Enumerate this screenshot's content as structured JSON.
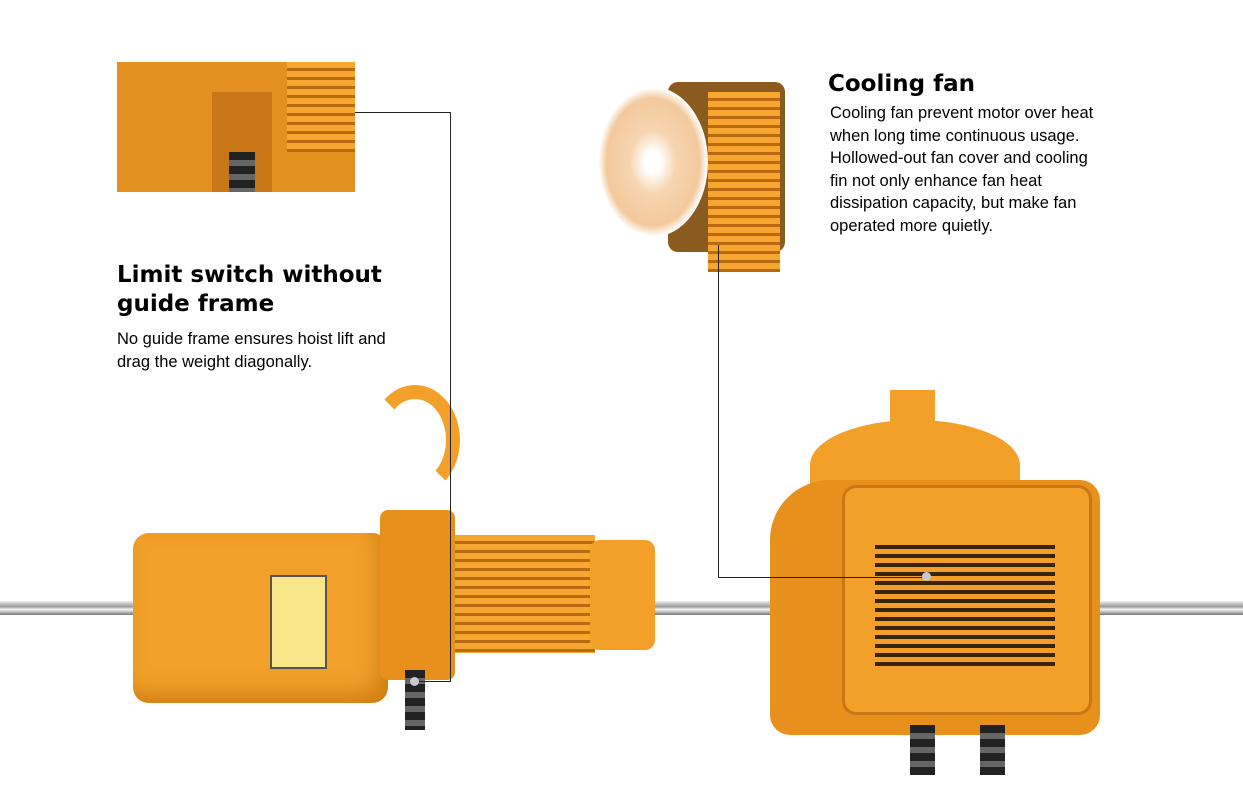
{
  "features": [
    {
      "title_lines": [
        "Limit switch without",
        "guide frame"
      ],
      "description_lines": [
        "No guide frame ensures hoist lift and",
        "drag the weight diagonally."
      ]
    },
    {
      "title_lines": [
        "Cooling fan"
      ],
      "description_lines": [
        "Cooling fan prevent motor over heat",
        "when long time continuous usage.",
        "Hollowed-out fan cover and cooling",
        "fin not only enhance fan heat",
        "dissipation capacity, but make fan",
        "operated more quietly."
      ]
    }
  ],
  "colors": {
    "hoist_orange": "#f2a02a",
    "rail": "#9a9a9a",
    "callout_line": "#222222"
  }
}
